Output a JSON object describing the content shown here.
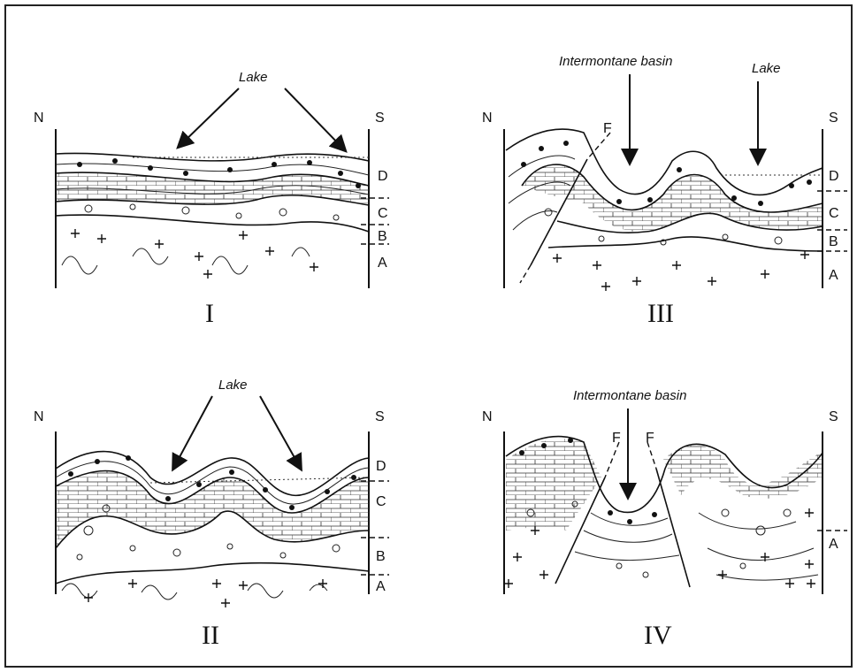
{
  "panels": [
    {
      "numeral": "I",
      "north": "N",
      "south": "S",
      "annotations": [
        "Lake"
      ],
      "units": [
        "D",
        "C",
        "B",
        "A"
      ],
      "faults": []
    },
    {
      "numeral": "II",
      "north": "N",
      "south": "S",
      "annotations": [
        "Lake"
      ],
      "units": [
        "D",
        "C",
        "B",
        "A"
      ],
      "faults": []
    },
    {
      "numeral": "III",
      "north": "N",
      "south": "S",
      "annotations": [
        "Intermontane basin",
        "Lake"
      ],
      "units": [
        "D",
        "C",
        "B",
        "A"
      ],
      "faults": [
        "F"
      ]
    },
    {
      "numeral": "IV",
      "north": "N",
      "south": "S",
      "annotations": [
        "Intermontane basin"
      ],
      "units": [
        "A"
      ],
      "faults": [
        "F",
        "F"
      ]
    }
  ]
}
